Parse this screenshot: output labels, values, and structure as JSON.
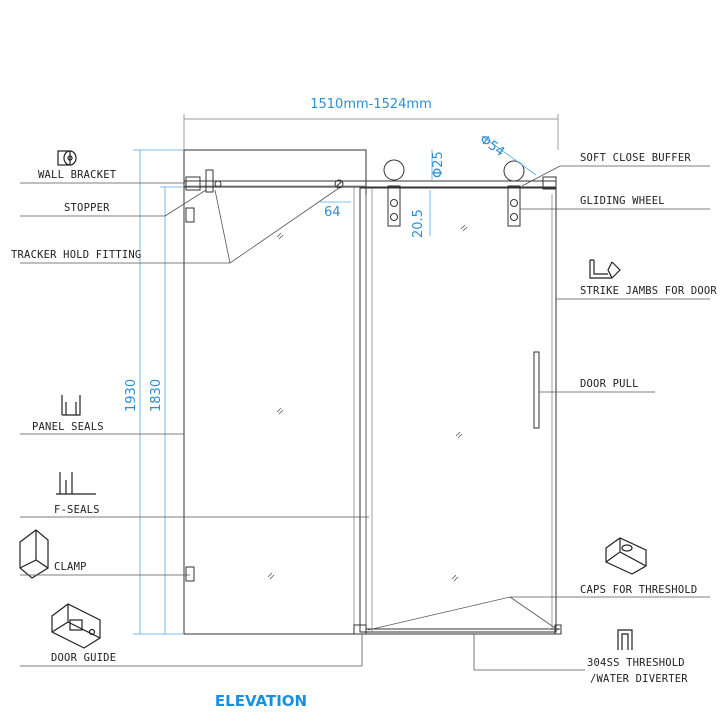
{
  "diagram_title": "ELEVATION",
  "dimensions": {
    "overall_width": "1510mm-1524mm",
    "wheel_diameter": "Φ54",
    "rod_diameter": "Φ25",
    "stopper_offset": "64",
    "wheel_drop": "20.5",
    "height_overall": "1930",
    "height_panel": "1830"
  },
  "callouts_left": {
    "wall_bracket": "WALL BRACKET",
    "stopper": "STOPPER",
    "tracker_hold_fitting": "TRACKER HOLD FITTING",
    "panel_seals": "PANEL SEALS",
    "f_seals": "F-SEALS",
    "clamp": "CLAMP",
    "door_guide": "DOOR GUIDE"
  },
  "callouts_right": {
    "soft_close_buffer": "SOFT CLOSE BUFFER",
    "gliding_wheel": "GLIDING WHEEL",
    "strike_jambs": "STRIKE JAMBS FOR DOOR",
    "door_pull": "DOOR PULL",
    "caps_for_threshold": "CAPS FOR THRESHOLD",
    "threshold_line1": "304SS THRESHOLD",
    "threshold_line2": "/WATER DIVERTER"
  },
  "colors": {
    "dimension": "#2a8fd6",
    "title": "#1a8fe0",
    "line": "#333333"
  },
  "icons": [
    "wall-bracket-icon",
    "panel-seal-icon",
    "f-seal-icon",
    "clamp-icon",
    "door-guide-icon",
    "strike-jamb-icon",
    "threshold-cap-icon",
    "threshold-icon"
  ]
}
